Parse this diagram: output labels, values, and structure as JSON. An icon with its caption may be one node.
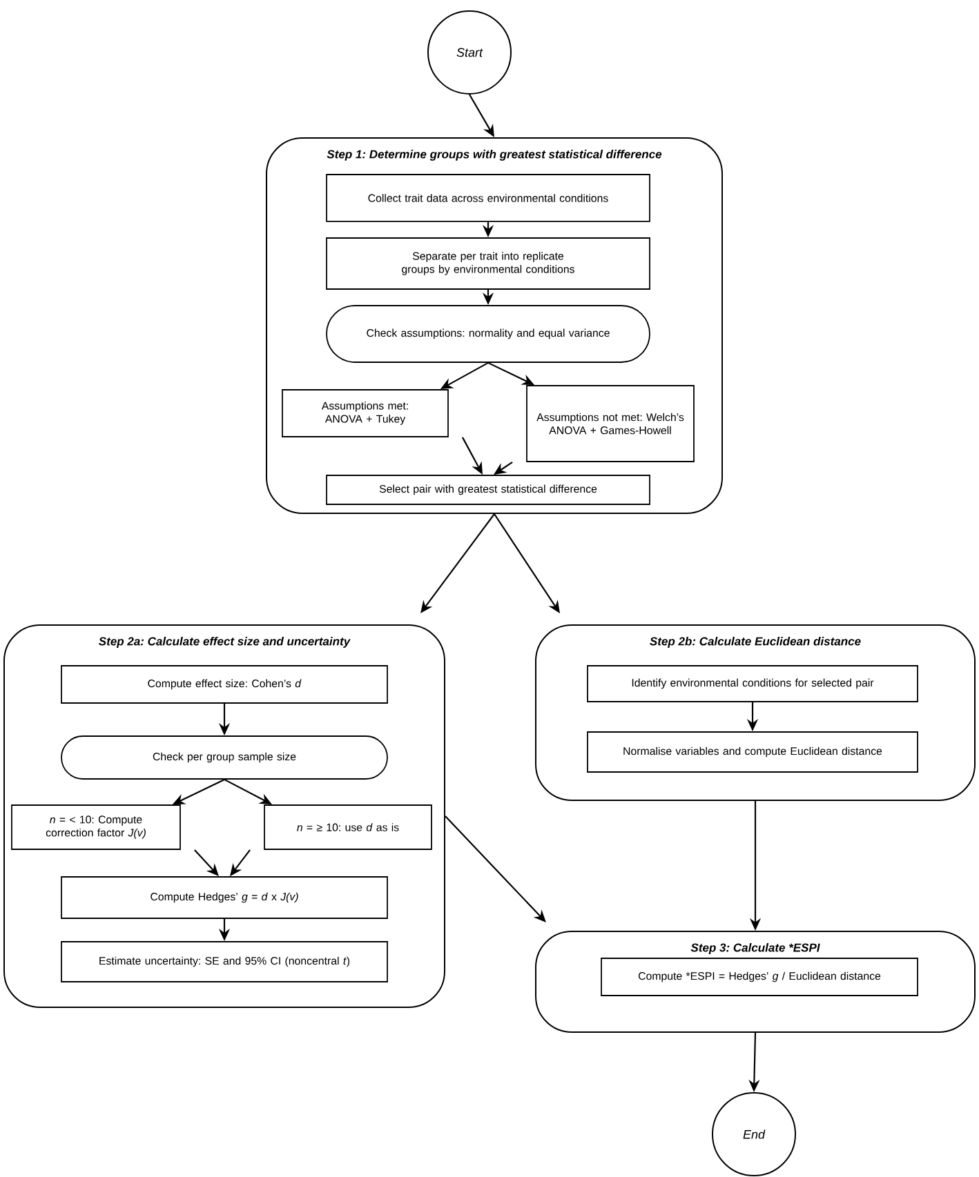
{
  "diagram": {
    "nodes": [
      {
        "text": [
          "Start"
        ]
      },
      {
        "text": [
          "Step 1: Determine groups with greatest statistical difference"
        ]
      },
      {
        "text": [
          "Collect trait data across environmental conditions"
        ],
        "in": 1
      },
      {
        "text": [
          "Separate per trait into replicate groups by environmental conditions"
        ],
        "in": 1
      },
      {
        "text": [
          "Check assumptions: normality and equal variance"
        ],
        "in": 1
      },
      {
        "text": [
          "Assumptions met: ANOVA + Tukey"
        ],
        "in": 1
      },
      {
        "text": [
          "Assumptions not met: Welch’s ANOVA + Games-Howell"
        ],
        "in": 1
      },
      {
        "text": [
          "Select pair with greatest statistical difference"
        ],
        "in": 1
      },
      {
        "text": [
          "Step 2a: Calculate effect size and uncertainty"
        ]
      },
      {
        "text": [
          "Compute effect size: Cohen’s *d*"
        ],
        "in": 8
      },
      {
        "text": [
          "Check per group sample size"
        ],
        "in": 8
      },
      {
        "text": [
          "*n* = < 10: Compute correction factor *J(v)*"
        ],
        "in": 8
      },
      {
        "text": [
          "*n* = ≥ 10: use *d* as is"
        ],
        "in": 8
      },
      {
        "text": [
          "Compute Hedges’ *g* = *d* x *J(v)*"
        ],
        "in": 8
      },
      {
        "text": [
          "Estimate uncertainty: SE and 95% CI (noncentral *t*)"
        ],
        "in": 8
      },
      {
        "text": [
          "Step 2b: Calculate Euclidean distance"
        ]
      },
      {
        "text": [
          "Identify environmental conditions for selected pair"
        ],
        "in": 15
      },
      {
        "text": [
          "Normalise variables and compute Euclidean distance"
        ],
        "in": 15
      },
      {
        "text": [
          "Step 3: Calculate *ESPI"
        ]
      },
      {
        "text": [
          "Compute *ESPI = Hedges’ *g* / Euclidean distance"
        ],
        "in": 18
      },
      {
        "text": [
          "End"
        ]
      }
    ],
    "edges": [
      {
        "from": 0,
        "to": 1,
        "arrow": "to"
      },
      {
        "from": 2,
        "to": 3,
        "arrow": "to"
      },
      {
        "from": 3,
        "to": 4,
        "arrow": "to"
      },
      {
        "from": 4,
        "to": 5,
        "arrow": "to"
      },
      {
        "from": 4,
        "to": 6,
        "arrow": "to"
      },
      {
        "from": 5,
        "to": 7,
        "arrow": "to"
      },
      {
        "from": 6,
        "to": 7,
        "arrow": "to"
      },
      {
        "from": 1,
        "to": 8,
        "arrow": "to"
      },
      {
        "from": 1,
        "to": 15,
        "arrow": "to"
      },
      {
        "from": 9,
        "to": 10,
        "arrow": "to"
      },
      {
        "from": 10,
        "to": 11,
        "arrow": "to"
      },
      {
        "from": 10,
        "to": 12,
        "arrow": "to"
      },
      {
        "from": 11,
        "to": 13,
        "arrow": "to"
      },
      {
        "from": 12,
        "to": 13,
        "arrow": "to"
      },
      {
        "from": 13,
        "to": 14,
        "arrow": "to"
      },
      {
        "from": 8,
        "to": 18,
        "arrow": "to"
      },
      {
        "from": 15,
        "to": 18,
        "arrow": "to"
      },
      {
        "from": 16,
        "to": 17,
        "arrow": "to"
      },
      {
        "from": 18,
        "to": 20,
        "arrow": "to"
      }
    ]
  }
}
